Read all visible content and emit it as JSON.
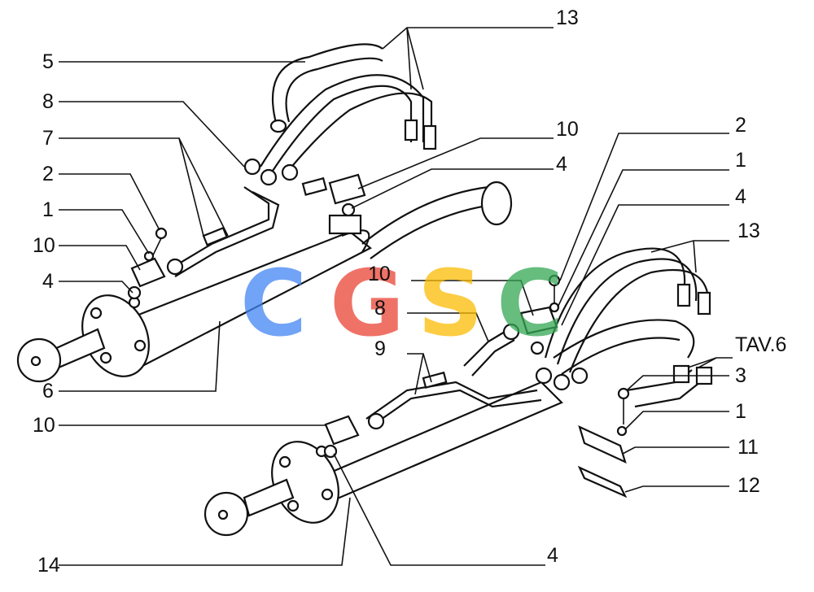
{
  "diagram": {
    "callouts": {
      "left_5": "5",
      "left_8": "8",
      "left_7": "7",
      "left_2": "2",
      "left_1": "1",
      "left_10": "10",
      "left_4": "4",
      "left_6": "6",
      "top_13": "13",
      "mid_10": "10",
      "mid_4": "4",
      "center_10": "10",
      "center_8": "8",
      "center_9": "9",
      "bottom_10": "10",
      "bottom_14": "14",
      "bottom_4": "4",
      "right_2": "2",
      "right_1a": "1",
      "right_4": "4",
      "right_13": "13",
      "right_tav": "TAV.6",
      "right_3": "3",
      "right_1b": "1",
      "right_11": "11",
      "right_12": "12"
    },
    "watermark": {
      "letters": [
        "C",
        "G",
        "S",
        "C"
      ],
      "colors": [
        "#4285f4",
        "#ea4335",
        "#fbbc05",
        "#34a853"
      ]
    }
  }
}
